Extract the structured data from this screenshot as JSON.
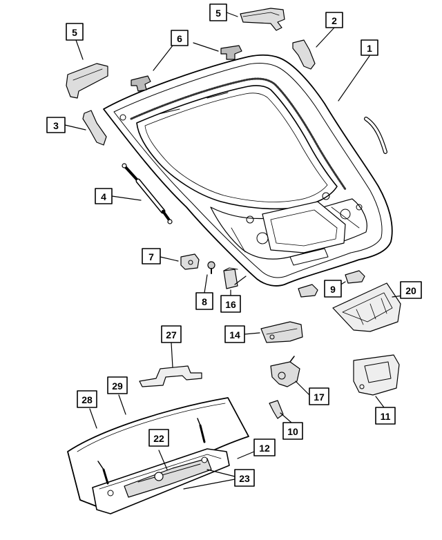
{
  "callouts": [
    {
      "id": "c1",
      "label": "1"
    },
    {
      "id": "c2",
      "label": "2"
    },
    {
      "id": "c3",
      "label": "3"
    },
    {
      "id": "c4",
      "label": "4"
    },
    {
      "id": "c5a",
      "label": "5"
    },
    {
      "id": "c5b",
      "label": "5"
    },
    {
      "id": "c6",
      "label": "6"
    },
    {
      "id": "c7",
      "label": "7"
    },
    {
      "id": "c8",
      "label": "8"
    },
    {
      "id": "c9",
      "label": "9"
    },
    {
      "id": "c10",
      "label": "10"
    },
    {
      "id": "c11",
      "label": "11"
    },
    {
      "id": "c12",
      "label": "12"
    },
    {
      "id": "c14",
      "label": "14"
    },
    {
      "id": "c16",
      "label": "16"
    },
    {
      "id": "c17",
      "label": "17"
    },
    {
      "id": "c20",
      "label": "20"
    },
    {
      "id": "c22",
      "label": "22"
    },
    {
      "id": "c23",
      "label": "23"
    },
    {
      "id": "c27",
      "label": "27"
    },
    {
      "id": "c28",
      "label": "28"
    },
    {
      "id": "c29",
      "label": "29"
    }
  ],
  "colors": {
    "ink": "#000000",
    "paper": "#ffffff",
    "shade": "#bdbdbd",
    "dark": "#555555"
  }
}
